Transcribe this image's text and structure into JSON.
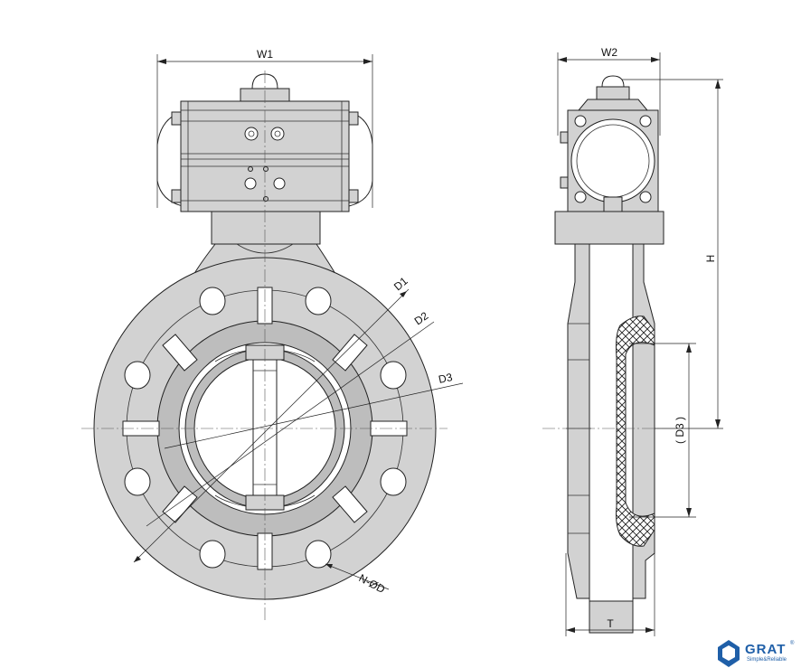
{
  "dimensions": {
    "w1": "W1",
    "w2": "W2",
    "h": "H",
    "t": "T",
    "d1": "D1",
    "d2": "D2",
    "d3": "D3",
    "d3_side": "( D3 )",
    "bolt_holes": "N-ØD"
  },
  "logo": {
    "brand": "GRAT",
    "registered": "®",
    "tagline": "Simple&Reliable",
    "accent_color": "#1f5fa8",
    "icon": "grat-logo-icon"
  },
  "colors": {
    "body_fill": "#d2d2d2",
    "line": "#222222"
  }
}
